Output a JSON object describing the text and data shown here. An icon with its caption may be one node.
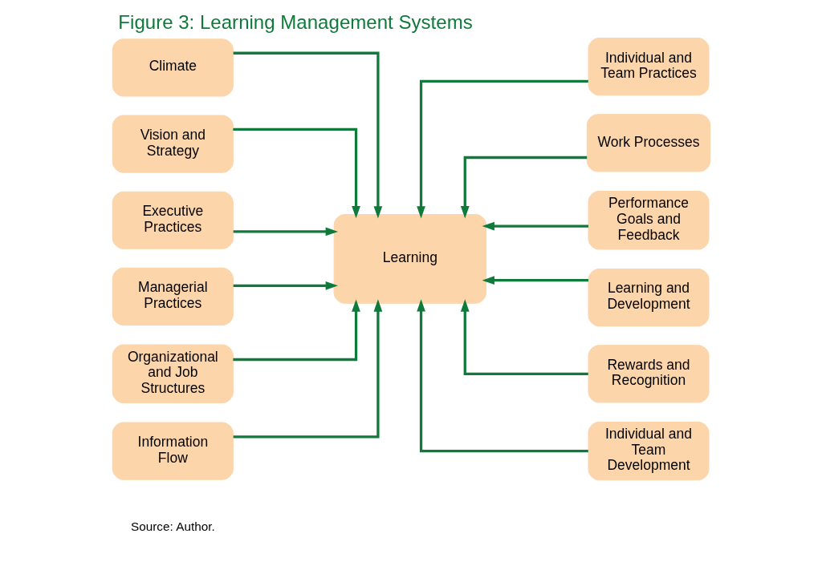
{
  "diagram": {
    "title": "Figure 3: Learning Management Systems",
    "nodes": [
      {
        "text": [
          "Climate"
        ]
      },
      {
        "text": [
          "Vision and Strategy"
        ]
      },
      {
        "text": [
          "Executive Practices"
        ]
      },
      {
        "text": [
          "Managerial Practices"
        ]
      },
      {
        "text": [
          "Organizational and Job Structures"
        ]
      },
      {
        "text": [
          "Information Flow"
        ]
      },
      {
        "text": [
          "Learning"
        ]
      },
      {
        "text": [
          "Individual and Team Practices"
        ]
      },
      {
        "text": [
          "Work Processes"
        ]
      },
      {
        "text": [
          "Performance Goals and Feedback"
        ]
      },
      {
        "text": [
          "Learning and Development"
        ]
      },
      {
        "text": [
          "Rewards and Recognition"
        ]
      },
      {
        "text": [
          "Individual and Team Development"
        ]
      }
    ],
    "edges": [
      {
        "from": 0,
        "to": 6,
        "arrow": "to"
      },
      {
        "from": 1,
        "to": 6,
        "arrow": "to"
      },
      {
        "from": 2,
        "to": 6,
        "arrow": "to"
      },
      {
        "from": 3,
        "to": 6,
        "arrow": "to"
      },
      {
        "from": 4,
        "to": 6,
        "arrow": "to"
      },
      {
        "from": 5,
        "to": 6,
        "arrow": "to"
      },
      {
        "from": 7,
        "to": 6,
        "arrow": "to"
      },
      {
        "from": 8,
        "to": 6,
        "arrow": "to"
      },
      {
        "from": 9,
        "to": 6,
        "arrow": "to"
      },
      {
        "from": 10,
        "to": 6,
        "arrow": "to"
      },
      {
        "from": 11,
        "to": 6,
        "arrow": "to"
      },
      {
        "from": 12,
        "to": 6,
        "arrow": "to"
      }
    ],
    "labels": [
      "Source: Author."
    ]
  }
}
